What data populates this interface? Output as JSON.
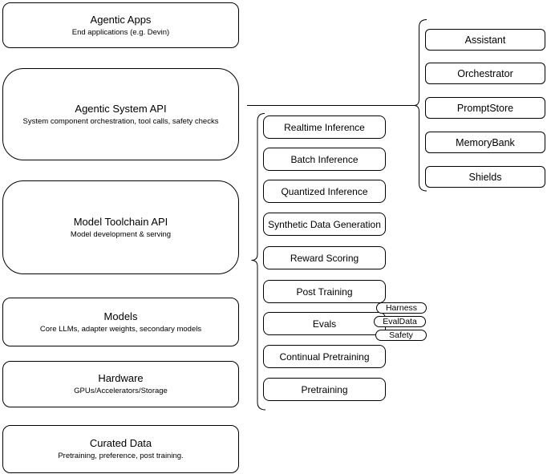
{
  "diagram": {
    "layers": [
      {
        "title": "Agentic Apps",
        "subtitle": "End applications (e.g. Devin)"
      },
      {
        "title": "Agentic System API",
        "subtitle": "System component orchestration, tool calls, safety checks"
      },
      {
        "title": "Model Toolchain API",
        "subtitle": "Model development & serving"
      },
      {
        "title": "Models",
        "subtitle": "Core LLMs, adapter weights, secondary models"
      },
      {
        "title": "Hardware",
        "subtitle": "GPUs/Accelerators/Storage"
      },
      {
        "title": "Curated Data",
        "subtitle": "Pretraining, preference, post training."
      }
    ],
    "toolchain_items": [
      "Realtime Inference",
      "Batch Inference",
      "Quantized Inference",
      "Synthetic Data Generation",
      "Reward Scoring",
      "Post Training",
      "Evals",
      "Continual Pretraining",
      "Pretraining"
    ],
    "evals_tags": [
      "Harness",
      "EvalData",
      "Safety"
    ],
    "system_components": [
      "Assistant",
      "Orchestrator",
      "PromptStore",
      "MemoryBank",
      "Shields"
    ],
    "colors": {
      "stroke": "#000000",
      "fill": "#ffffff",
      "text": "#000000"
    }
  }
}
